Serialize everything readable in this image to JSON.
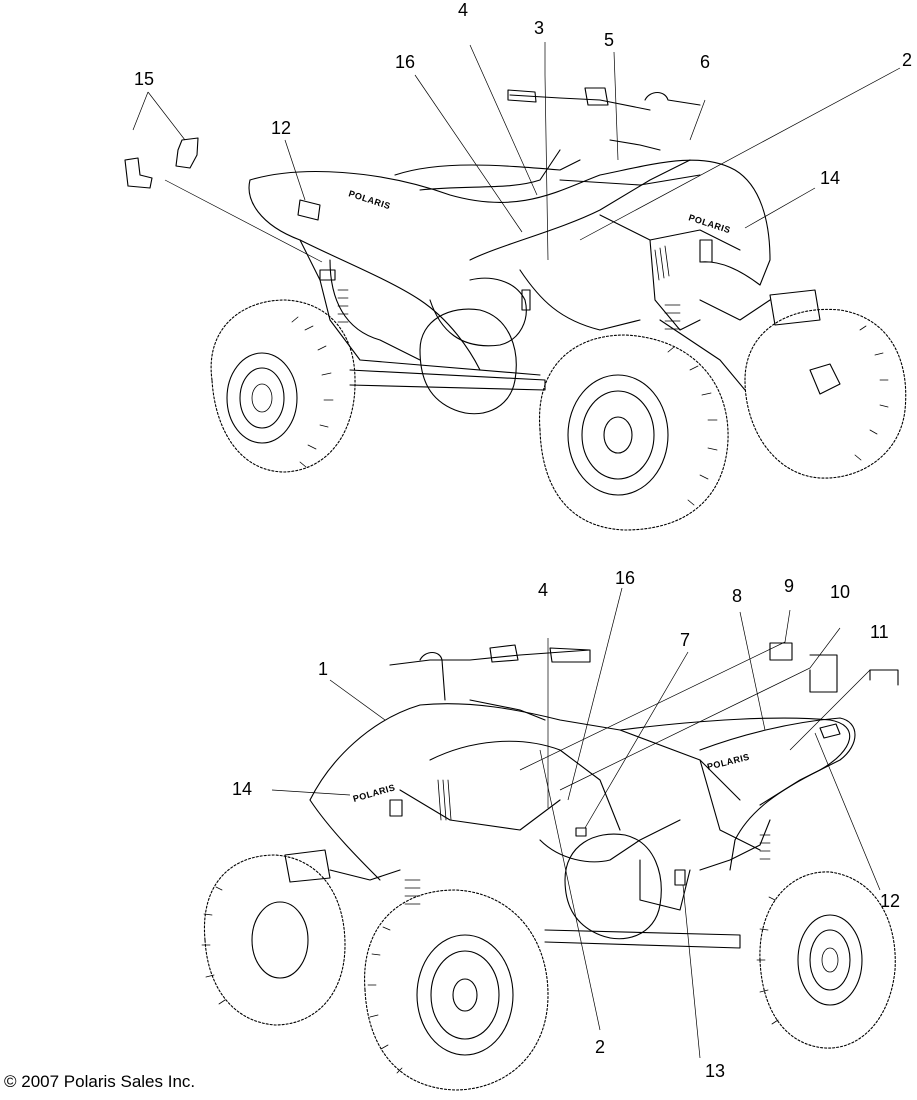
{
  "diagram": {
    "top_callouts": [
      "15",
      "12",
      "16",
      "4",
      "3",
      "5",
      "6",
      "2",
      "14"
    ],
    "bottom_callouts": [
      "4",
      "16",
      "7",
      "8",
      "9",
      "10",
      "11",
      "1",
      "14",
      "12",
      "2",
      "13"
    ],
    "brand_text": "POLARIS"
  },
  "footer": {
    "copyright": "© 2007 Polaris Sales Inc."
  }
}
